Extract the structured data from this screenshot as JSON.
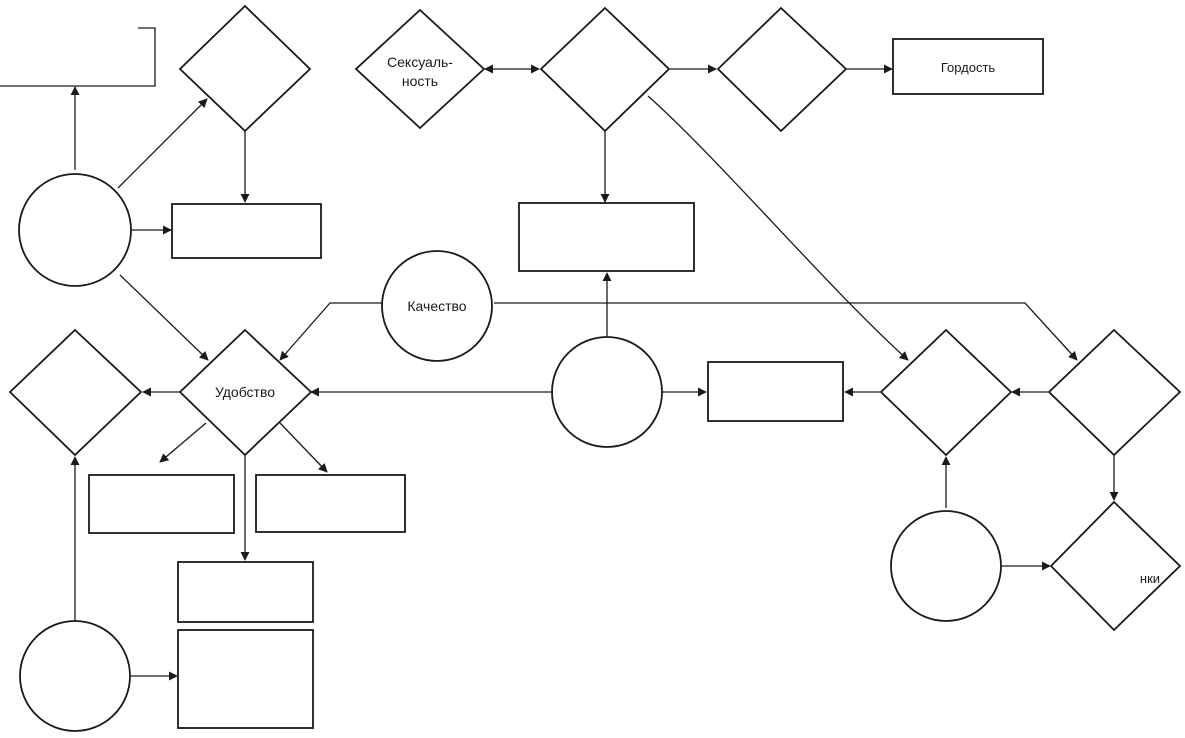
{
  "diagram": {
    "nodes": {
      "sexuality_line1": "Сексуаль-",
      "sexuality_line2": "ность",
      "pride": "Гордость",
      "quality": "Качество",
      "convenience": "Удобство",
      "partial_label": "нки"
    }
  }
}
